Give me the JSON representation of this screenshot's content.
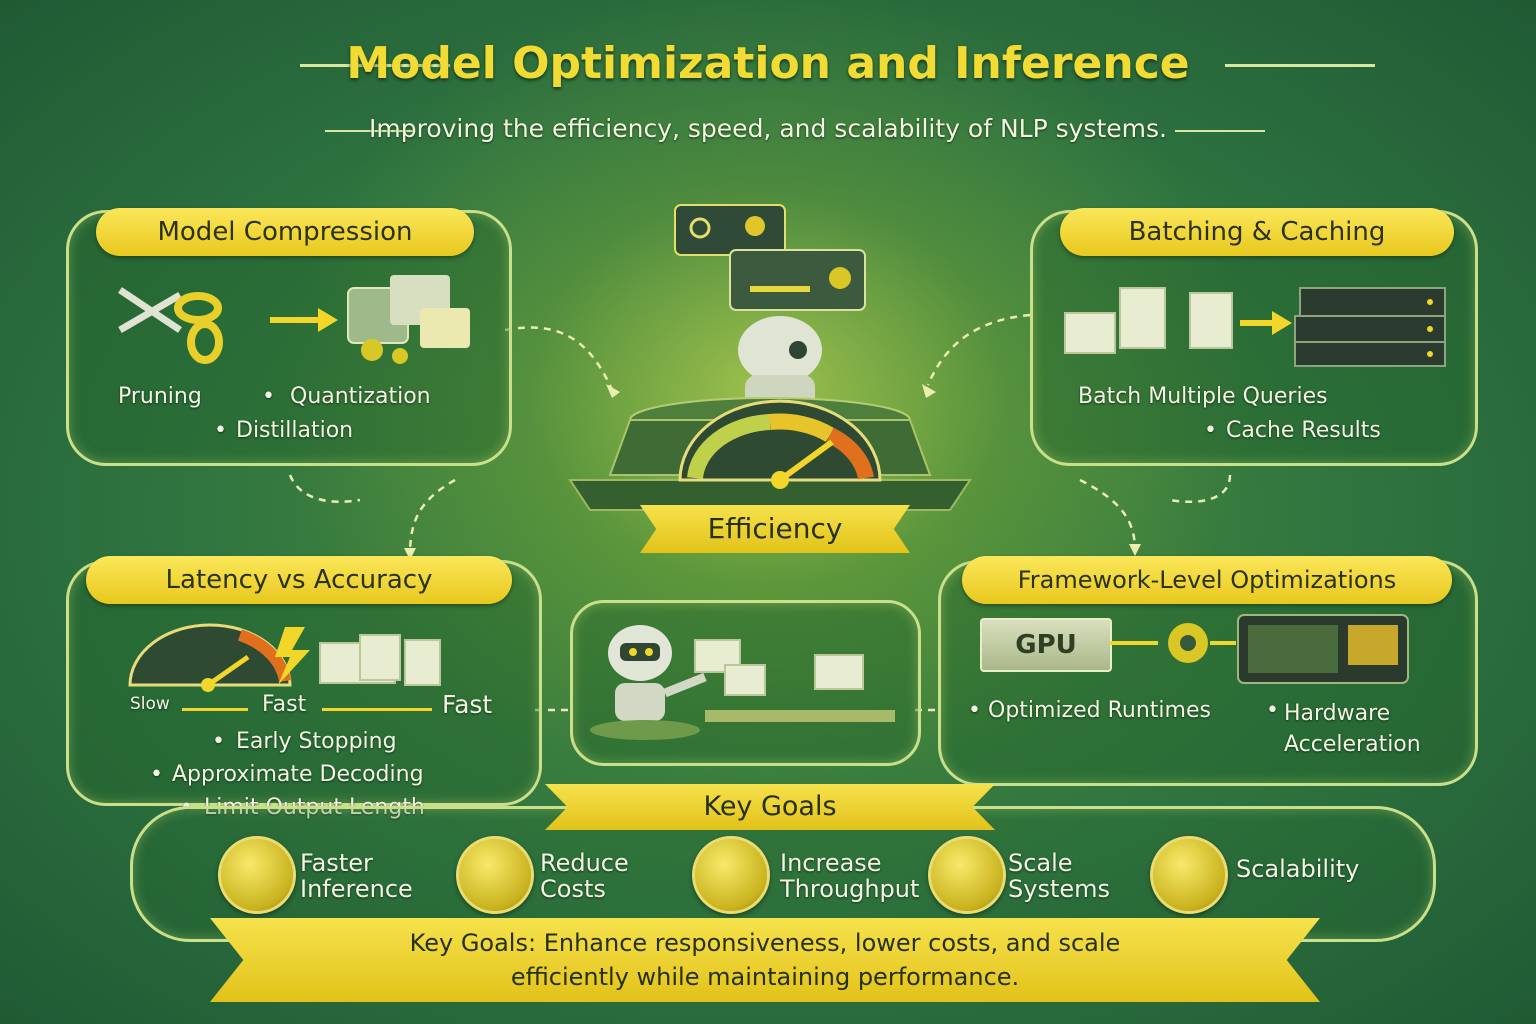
{
  "title": "Model Optimization and Inference",
  "subtitle": "Improving the efficiency, speed, and scalability of NLP systems.",
  "center": {
    "label": "Efficiency"
  },
  "model_compression": {
    "heading": "Model Compression",
    "items": [
      "Pruning",
      "Quantization",
      "Distillation"
    ]
  },
  "batching_caching": {
    "heading": "Batching & Caching",
    "items": [
      "Batch Multiple Queries",
      "Cache Results"
    ]
  },
  "latency_accuracy": {
    "heading": "Latency vs Accuracy",
    "speed_labels": [
      "Slow",
      "Fast",
      "Fast"
    ],
    "items": [
      "Early Stopping",
      "Approximate Decoding",
      "Limit Output Length"
    ]
  },
  "framework": {
    "heading": "Framework-Level Optimizations",
    "gpu_label": "GPU",
    "items": [
      "Optimized Runtimes",
      "Hardware Acceleration"
    ]
  },
  "key_goals": {
    "heading": "Key Goals",
    "goals": [
      {
        "label": "Faster Inference",
        "icon": "stopwatch-icon"
      },
      {
        "label": "Reduce Costs",
        "icon": "coin-stack-icon"
      },
      {
        "label": "Increase Throughput",
        "icon": "growth-chart-icon"
      },
      {
        "label": "Scale Systems",
        "icon": "scale-blocks-icon"
      },
      {
        "label": "Scalability",
        "icon": "server-stack-icon"
      }
    ]
  },
  "footer": {
    "text": "Key Goals: Enhance responsiveness, lower costs, and scale efficiently while maintaining performance."
  },
  "colors": {
    "accent": "#f2dc34",
    "background": "#2f7440",
    "panel_border": "#c9df8a"
  }
}
